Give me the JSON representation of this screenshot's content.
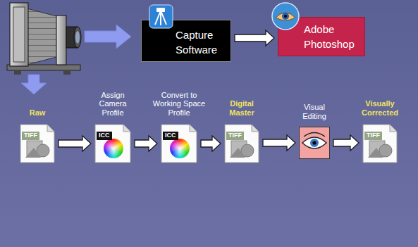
{
  "diagram": {
    "nodes": [
      {
        "text": [
          "Capture Software"
        ]
      },
      {
        "text": [
          "Adobe Photoshop"
        ]
      },
      {
        "text": [
          "Raw",
          "TIFF"
        ]
      },
      {
        "text": [
          "Assign Camera Profile",
          "ICC"
        ]
      },
      {
        "text": [
          "Convert to Working Space Profile",
          "ICC"
        ]
      },
      {
        "text": [
          "Digital Master",
          "TIFF"
        ]
      },
      {
        "text": [
          "Visual Editing"
        ]
      },
      {
        "text": [
          "Visually Corrected",
          "TIFF"
        ]
      }
    ],
    "edges": [
      {
        "from": 0,
        "to": 1,
        "arrow": "to"
      },
      {
        "from": 2,
        "to": 3,
        "arrow": "to"
      },
      {
        "from": 3,
        "to": 4,
        "arrow": "to"
      },
      {
        "from": 4,
        "to": 5,
        "arrow": "to"
      },
      {
        "from": 5,
        "to": 6,
        "arrow": "to"
      },
      {
        "from": 6,
        "to": 7,
        "arrow": "to"
      }
    ]
  }
}
